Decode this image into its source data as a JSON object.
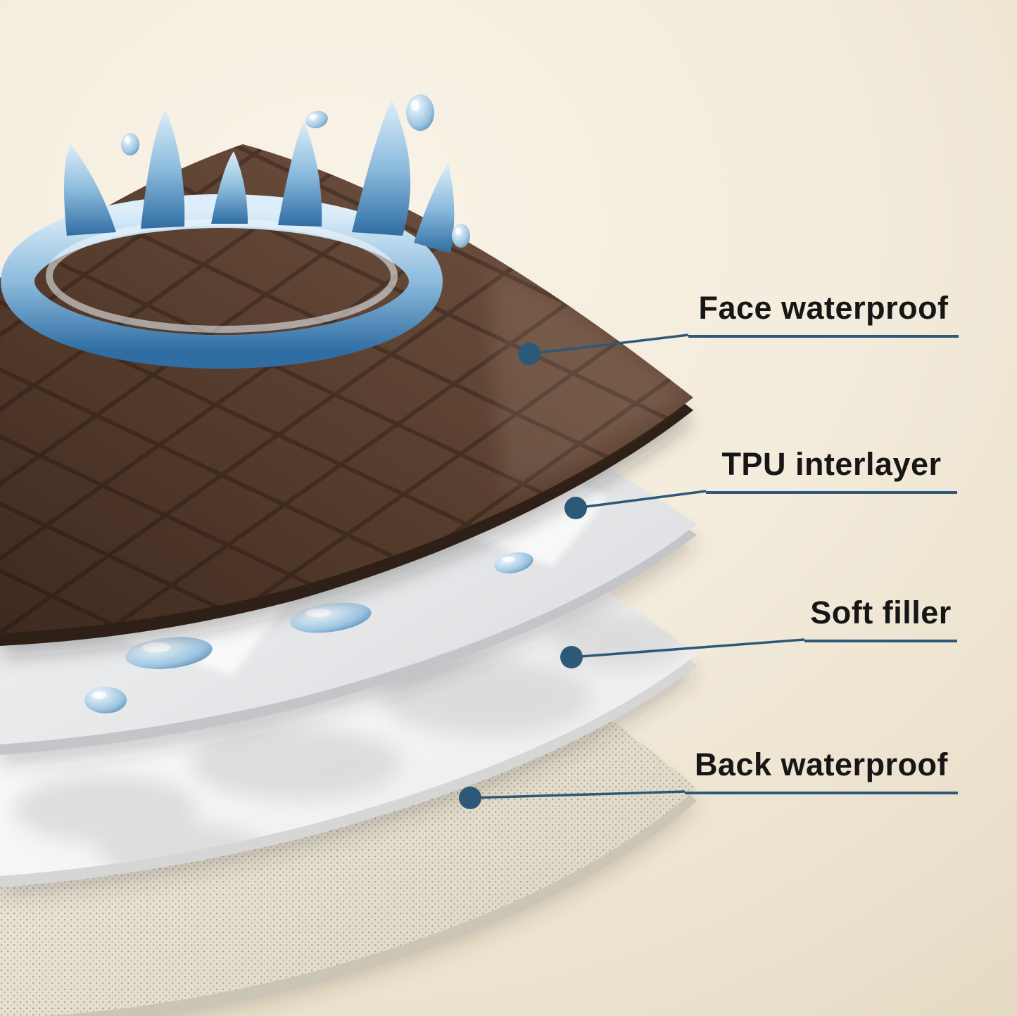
{
  "diagram": {
    "type": "product-layer-diagram",
    "callouts": [
      {
        "label": "Face waterproof"
      },
      {
        "label": "TPU interlayer"
      },
      {
        "label": "Soft filler"
      },
      {
        "label": "Back waterproof"
      }
    ]
  },
  "icons": [
    {
      "name": "callout-dot",
      "shape": "filled-circle"
    }
  ],
  "colors": {
    "background": "#f3ebdb",
    "label_text": "#161616",
    "callout_accent": "#2c5977",
    "face_layer_brown": "#5a3f2f",
    "tpu_layer_gray": "#e9eaeb",
    "soft_filler_white": "#f7f7f7",
    "back_layer_beige": "#e9e3d4",
    "water_blue": "#5a93c1"
  }
}
